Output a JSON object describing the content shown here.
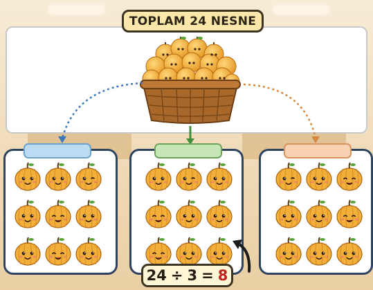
{
  "title": "TOPLAM 24 NESNE",
  "equation": {
    "dividend": "24",
    "operator": "÷",
    "divisor": "3",
    "equals": "=",
    "result": "8"
  },
  "groups": [
    {
      "color": "#bcdcf3",
      "item_count": 9
    },
    {
      "color": "#c6e6b8",
      "item_count": 9
    },
    {
      "color": "#f9d2b3",
      "item_count": 9
    }
  ],
  "colors": {
    "arrow_left": "#3d78b8",
    "arrow_middle": "#3f8f3a",
    "arrow_right": "#d4873c",
    "result": "#c0221c",
    "melon_body": "#f2b03a",
    "melon_stripe": "#d4831f"
  },
  "icons": {
    "item": "melon-character-icon",
    "container": "basket-icon",
    "pointer": "curved-arrow-icon"
  }
}
